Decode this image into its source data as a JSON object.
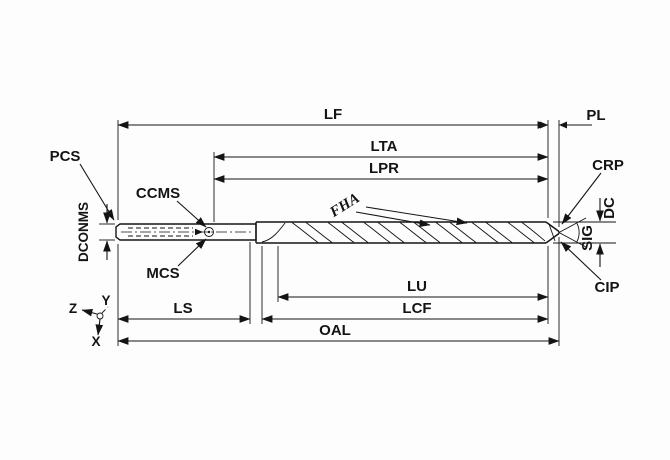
{
  "diagram": {
    "name": "indexable-drill-dimension-diagram",
    "colors": {
      "line": "#141414",
      "background": "#fdfdfd"
    },
    "labels": {
      "lf": "LF",
      "pl": "PL",
      "lta": "LTA",
      "lpr": "LPR",
      "pcs": "PCS",
      "ccms": "CCMS",
      "dconms": "DCONMS",
      "mcs": "MCS",
      "fha": "FHA",
      "crp": "CRP",
      "dc": "DC",
      "sig": "SIG",
      "cip": "CIP",
      "lu": "LU",
      "lcf": "LCF",
      "ls": "LS",
      "oal": "OAL"
    },
    "axes": {
      "z": "Z",
      "y": "Y",
      "x": "X"
    }
  }
}
